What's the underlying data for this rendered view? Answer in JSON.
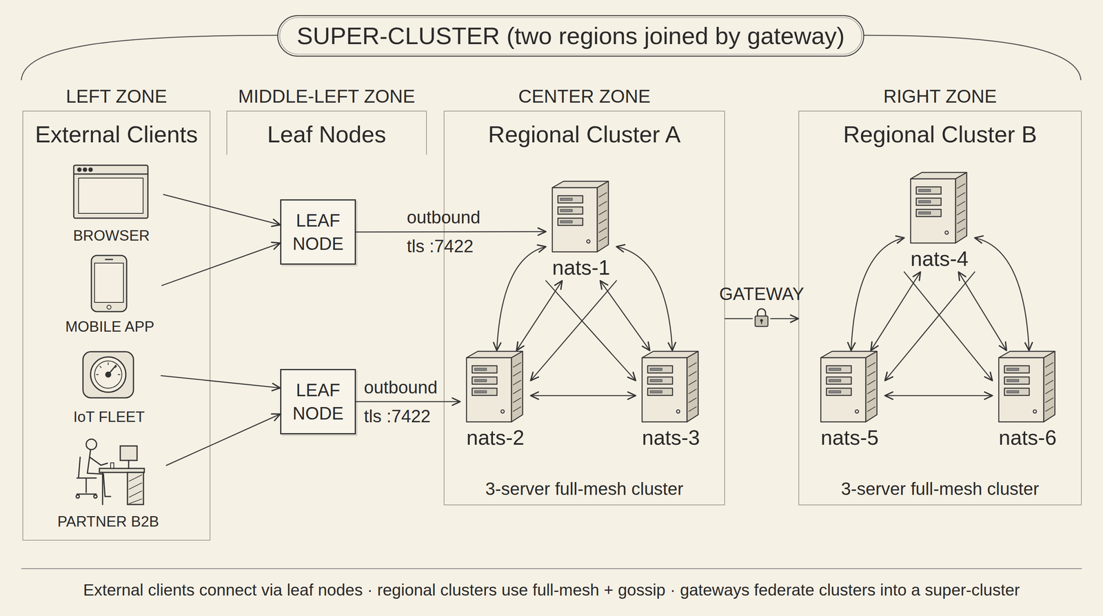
{
  "diagram": {
    "title": "SUPER-CLUSTER (two regions joined by gateway)",
    "caption": "External clients connect via leaf nodes · regional clusters use full-mesh + gossip · gateways federate clusters into a super-cluster",
    "nodes": [
      {
        "text": [
          "LEFT ZONE",
          "External Clients"
        ]
      },
      {
        "text": [
          "BROWSER"
        ],
        "in": 0
      },
      {
        "text": [
          "MOBILE APP"
        ],
        "in": 0
      },
      {
        "text": [
          "IoT FLEET"
        ],
        "in": 0
      },
      {
        "text": [
          "PARTNER B2B"
        ],
        "in": 0
      },
      {
        "text": [
          "MIDDLE-LEFT ZONE",
          "Leaf Nodes"
        ]
      },
      {
        "text": [
          "LEAF NODE"
        ],
        "in": 5
      },
      {
        "text": [
          "LEAF NODE"
        ],
        "in": 5
      },
      {
        "text": [
          "CENTER ZONE",
          "Regional Cluster A",
          "3-server full-mesh cluster"
        ]
      },
      {
        "text": [
          "nats-1"
        ],
        "in": 8
      },
      {
        "text": [
          "nats-2"
        ],
        "in": 8
      },
      {
        "text": [
          "nats-3"
        ],
        "in": 8
      },
      {
        "text": [
          "RIGHT ZONE",
          "Regional Cluster B",
          "3-server full-mesh cluster"
        ]
      },
      {
        "text": [
          "nats-4"
        ],
        "in": 12
      },
      {
        "text": [
          "nats-5"
        ],
        "in": 12
      },
      {
        "text": [
          "nats-6"
        ],
        "in": 12
      }
    ],
    "edges": [
      {
        "from": 1,
        "to": 6,
        "arrow": "to"
      },
      {
        "from": 2,
        "to": 6,
        "arrow": "to"
      },
      {
        "from": 3,
        "to": 7,
        "arrow": "to"
      },
      {
        "from": 4,
        "to": 7,
        "arrow": "to"
      },
      {
        "from": 6,
        "to": 9,
        "label": "outbound tls :7422",
        "arrow": "to"
      },
      {
        "from": 7,
        "to": 10,
        "label": "outbound tls :7422",
        "arrow": "to"
      },
      {
        "from": 9,
        "to": 10,
        "arrow": "both"
      },
      {
        "from": 9,
        "to": 11,
        "arrow": "both"
      },
      {
        "from": 9,
        "to": 10,
        "arrow": "both"
      },
      {
        "from": 9,
        "to": 11,
        "arrow": "both"
      },
      {
        "from": 9,
        "to": 11,
        "arrow": "to"
      },
      {
        "from": 9,
        "to": 10,
        "arrow": "to"
      },
      {
        "from": 10,
        "to": 11,
        "arrow": "both"
      },
      {
        "from": 13,
        "to": 14,
        "arrow": "both"
      },
      {
        "from": 13,
        "to": 15,
        "arrow": "both"
      },
      {
        "from": 13,
        "to": 14,
        "arrow": "both"
      },
      {
        "from": 13,
        "to": 15,
        "arrow": "both"
      },
      {
        "from": 13,
        "to": 15,
        "arrow": "to"
      },
      {
        "from": 13,
        "to": 14,
        "arrow": "to"
      },
      {
        "from": 14,
        "to": 15,
        "arrow": "both"
      },
      {
        "from": 8,
        "to": 12,
        "label": "GATEWAY",
        "arrow": "to"
      }
    ]
  }
}
